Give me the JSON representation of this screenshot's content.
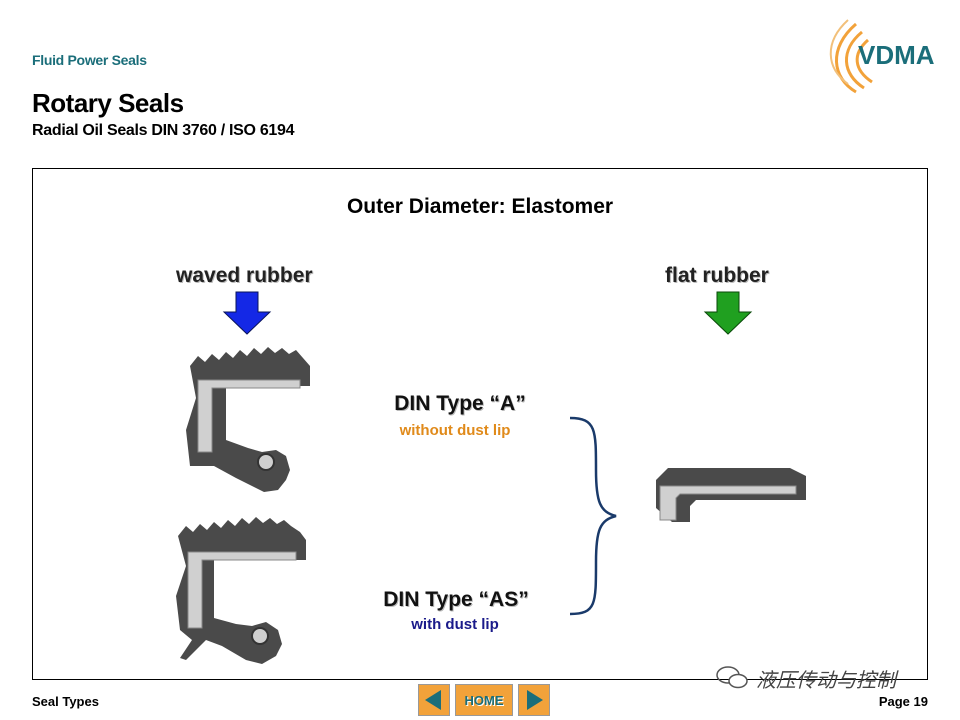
{
  "header": {
    "section": "Fluid Power Seals",
    "title": "Rotary Seals",
    "subtitle": "Radial Oil Seals DIN 3760 / ISO 6194",
    "logo_text": "VDMA"
  },
  "content": {
    "heading": "Outer Diameter: Elastomer",
    "left_label": "waved rubber",
    "right_label": "flat rubber",
    "type_a_label": "DIN Type “A”",
    "type_a_sub": "without dust lip",
    "type_as_label": "DIN Type “AS”",
    "type_as_sub": "with dust lip"
  },
  "footer": {
    "left": "Seal Types",
    "home_label": "HOME",
    "page": "Page 19",
    "watermark": "液压传动与控制"
  },
  "colors": {
    "accent": "#1b6e7a",
    "nav": "#f2a23a",
    "arrow_left": "#1428e6",
    "arrow_right": "#20a020",
    "sub_a": "#e08a1a",
    "sub_as": "#1a1a8a",
    "rubber": "#4a4a4a",
    "metal": "#d0d0d0",
    "brace": "#1a3a6a"
  }
}
